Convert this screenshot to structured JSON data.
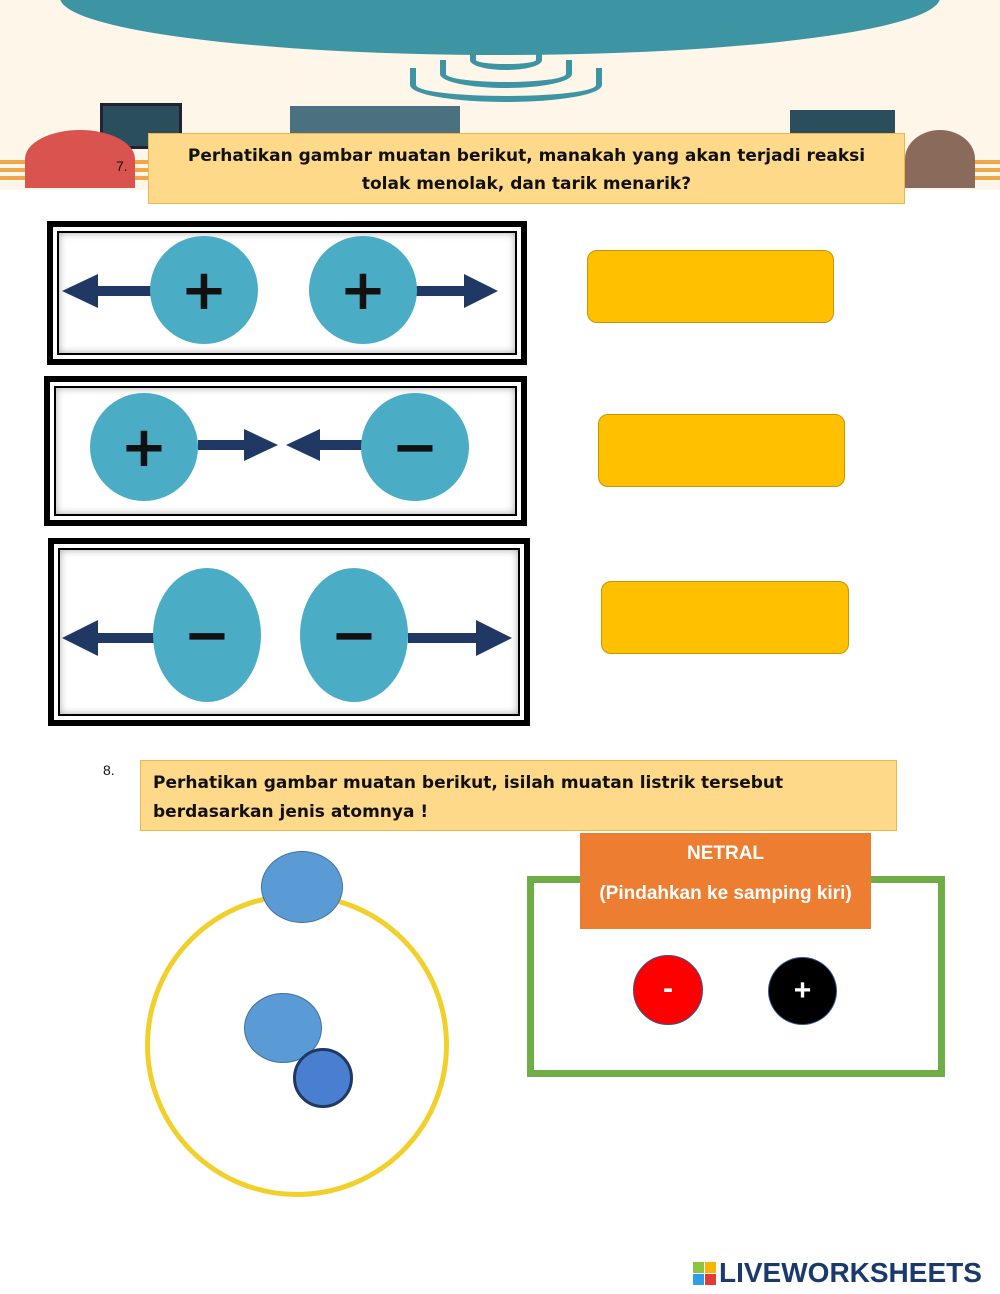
{
  "q7": {
    "number": "7.",
    "text": "Perhatikan gambar muatan berikut, manakah yang akan terjadi reaksi  tolak menolak, dan tarik menarik?"
  },
  "q7_panels": [
    {
      "left": "+",
      "right": "+"
    },
    {
      "left": "+",
      "right": "−"
    },
    {
      "left": "−",
      "right": "−"
    }
  ],
  "q8": {
    "number": "8.",
    "text": "Perhatikan gambar muatan berikut, isilah muatan listrik tersebut berdasarkan jenis atomnya !"
  },
  "neutral_box": {
    "title": "NETRAL",
    "subtitle": "(Pindahkan ke samping kiri)"
  },
  "tokens": {
    "negative": "-",
    "positive": "+"
  },
  "logo": {
    "text": "LIVEWORKSHEETS"
  },
  "colors": {
    "answer": "#ffc000",
    "charge": "#4bacc6",
    "arrow": "#1f3864",
    "orange": "#ed7d31",
    "green": "#70ad47"
  }
}
